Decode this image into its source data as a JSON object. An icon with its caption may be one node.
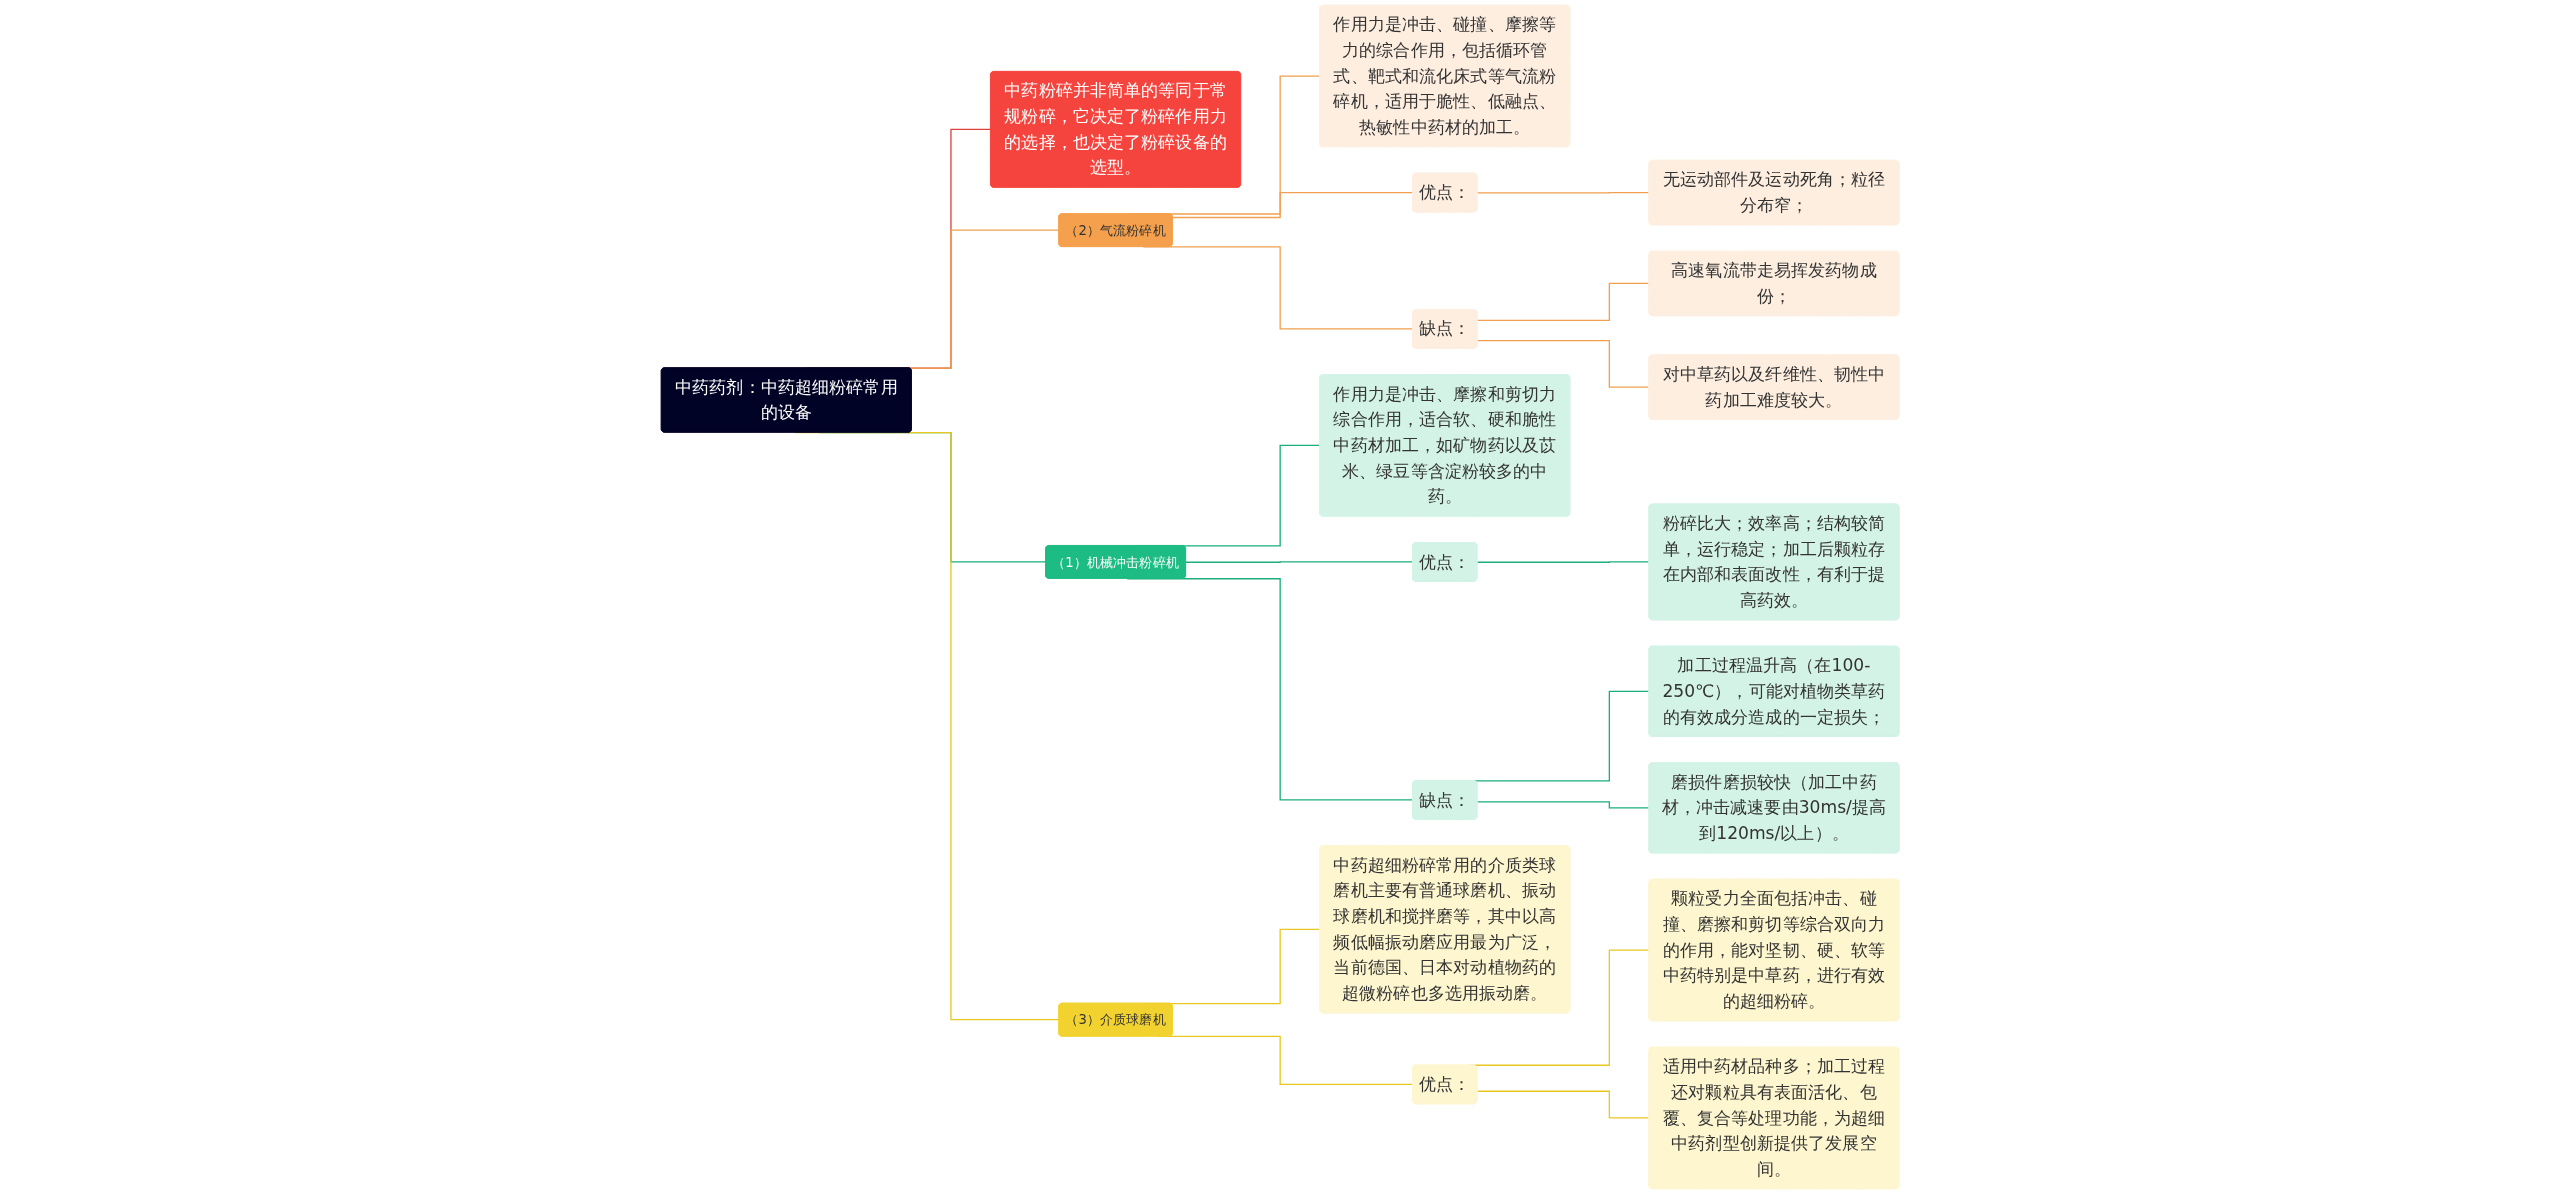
{
  "diagram": {
    "nodes": [
      {
        "text": [
          "中药药剂：中药超细粉碎常用的设备"
        ]
      },
      {
        "text": [
          "中药粉碎并非简单的等同于常规粉碎，它决定了粉碎作用力的选择，也决定了粉碎设备的选型。"
        ]
      },
      {
        "text": [
          "（2）气流粉碎机"
        ]
      },
      {
        "text": [
          "作用力是冲击、碰撞、摩擦等力的综合作用，包括循环管式、靶式和流化床式等气流粉碎机，适用于脆性、低融点、热敏性中药材的加工。"
        ]
      },
      {
        "text": [
          "优点："
        ]
      },
      {
        "text": [
          "无运动部件及运动死角；粒径分布窄；"
        ]
      },
      {
        "text": [
          "缺点："
        ]
      },
      {
        "text": [
          "高速氧流带走易挥发药物成份；"
        ]
      },
      {
        "text": [
          "对中草药以及纤维性、韧性中药加工难度较大。"
        ]
      },
      {
        "text": [
          "（1）机械冲击粉碎机"
        ]
      },
      {
        "text": [
          "作用力是冲击、摩擦和剪切力综合作用，适合软、硬和脆性中药材加工，如矿物药以及苡米、绿豆等含淀粉较多的中药。"
        ]
      },
      {
        "text": [
          "优点："
        ]
      },
      {
        "text": [
          "粉碎比大；效率高；结构较简单，运行稳定；加工后颗粒存在内部和表面改性，有利于提高药效。"
        ]
      },
      {
        "text": [
          "缺点："
        ]
      },
      {
        "text": [
          "加工过程温升高（在100-250℃），可能对植物类草药的有效成分造成的一定损失；"
        ]
      },
      {
        "text": [
          "磨损件磨损较快（加工中药材，冲击减速要由30ms/提高到120ms/以上）。"
        ]
      },
      {
        "text": [
          "（3）介质球磨机"
        ]
      },
      {
        "text": [
          "中药超细粉碎常用的介质类球磨机主要有普通球磨机、振动球磨机和搅拌磨等，其中以高频低幅振动磨应用最为广泛，当前德国、日本对动植物药的超微粉碎也多选用振动磨。"
        ]
      },
      {
        "text": [
          "优点："
        ]
      },
      {
        "text": [
          "颗粒受力全面包括冲击、碰撞、磨擦和剪切等综合双向力的作用，能对坚韧、硬、软等中药特别是中草药，进行有效的超细粉碎。"
        ]
      },
      {
        "text": [
          "适用中药材品种多；加工过程还对颗粒具有表面活化、包覆、复合等处理功能，为超细中药剂型创新提供了发展空间。"
        ]
      }
    ],
    "edges": [
      {
        "from": 0,
        "to": 1,
        "arrow": "none",
        "color": "#e0403a"
      },
      {
        "from": 0,
        "to": 2,
        "arrow": "none"
      },
      {
        "from": 2,
        "to": 3,
        "arrow": "none"
      },
      {
        "from": 2,
        "to": 4,
        "arrow": "none"
      },
      {
        "from": 4,
        "to": 5,
        "arrow": "none"
      },
      {
        "from": 2,
        "to": 6,
        "arrow": "none"
      },
      {
        "from": 6,
        "to": 7,
        "arrow": "none"
      },
      {
        "from": 6,
        "to": 8,
        "arrow": "none"
      },
      {
        "from": 0,
        "to": 9,
        "arrow": "none",
        "color": "#1aaf7a"
      },
      {
        "from": 9,
        "to": 10,
        "arrow": "none",
        "color": "#1aaf7a"
      },
      {
        "from": 9,
        "to": 11,
        "arrow": "none",
        "color": "#1aaf7a"
      },
      {
        "from": 11,
        "to": 12,
        "arrow": "none",
        "color": "#1aaf7a"
      },
      {
        "from": 9,
        "to": 13,
        "arrow": "none",
        "color": "#1aaf7a"
      },
      {
        "from": 13,
        "to": 14,
        "arrow": "none",
        "color": "#1aaf7a"
      },
      {
        "from": 13,
        "to": 15,
        "arrow": "none",
        "color": "#1aaf7a"
      },
      {
        "from": 0,
        "to": 16,
        "arrow": "none",
        "color": "#e8c820"
      },
      {
        "from": 16,
        "to": 17,
        "arrow": "none",
        "color": "#e8c820"
      },
      {
        "from": 16,
        "to": 18,
        "arrow": "none",
        "color": "#e8c820"
      },
      {
        "from": 18,
        "to": 19,
        "arrow": "none",
        "color": "#e8c820"
      },
      {
        "from": 18,
        "to": 20,
        "arrow": "none",
        "color": "#e8c820"
      }
    ]
  }
}
